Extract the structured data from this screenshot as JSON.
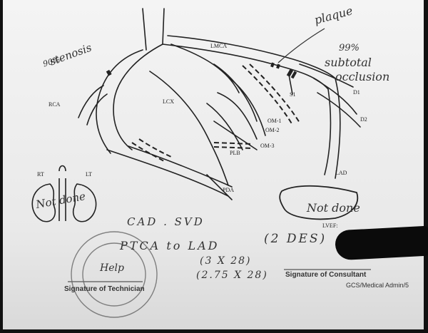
{
  "printed": {
    "lmca": "LMCA",
    "rca": "RCA",
    "lcx": "LCX",
    "s1": "S1",
    "d1": "D1",
    "d2": "D2",
    "om1": "OM-1",
    "om2": "OM-2",
    "om3": "OM-3",
    "plb": "PLB",
    "pda": "PDA",
    "lad": "LAD",
    "rt": "RT",
    "lt": "LT",
    "lvef": "LVEF:",
    "tech_sig": "Signature of Technician",
    "cons_sig": "Signature of Consultant",
    "ref": "GCS/Medical Admin/5"
  },
  "handwritten": {
    "stenosis_pct": "90%",
    "stenosis": "stenosis",
    "plaque": "plaque",
    "occl_pct": "99%",
    "occl1": "subtotal",
    "occl2": "occlusion",
    "kidney_not_done": "Not done",
    "lv_not_done": "Not done",
    "diagnosis": "CAD . SVD",
    "procedure1": "PTCA to LAD",
    "procedure2": "(2 DES)",
    "stent1": "(3 X 28)",
    "stent2": "(2.75 X 28)",
    "tech_initials": "Help"
  },
  "colors": {
    "ink": "#222222",
    "paper": "#f0f0f0",
    "redaction": "#0b0b0b"
  }
}
